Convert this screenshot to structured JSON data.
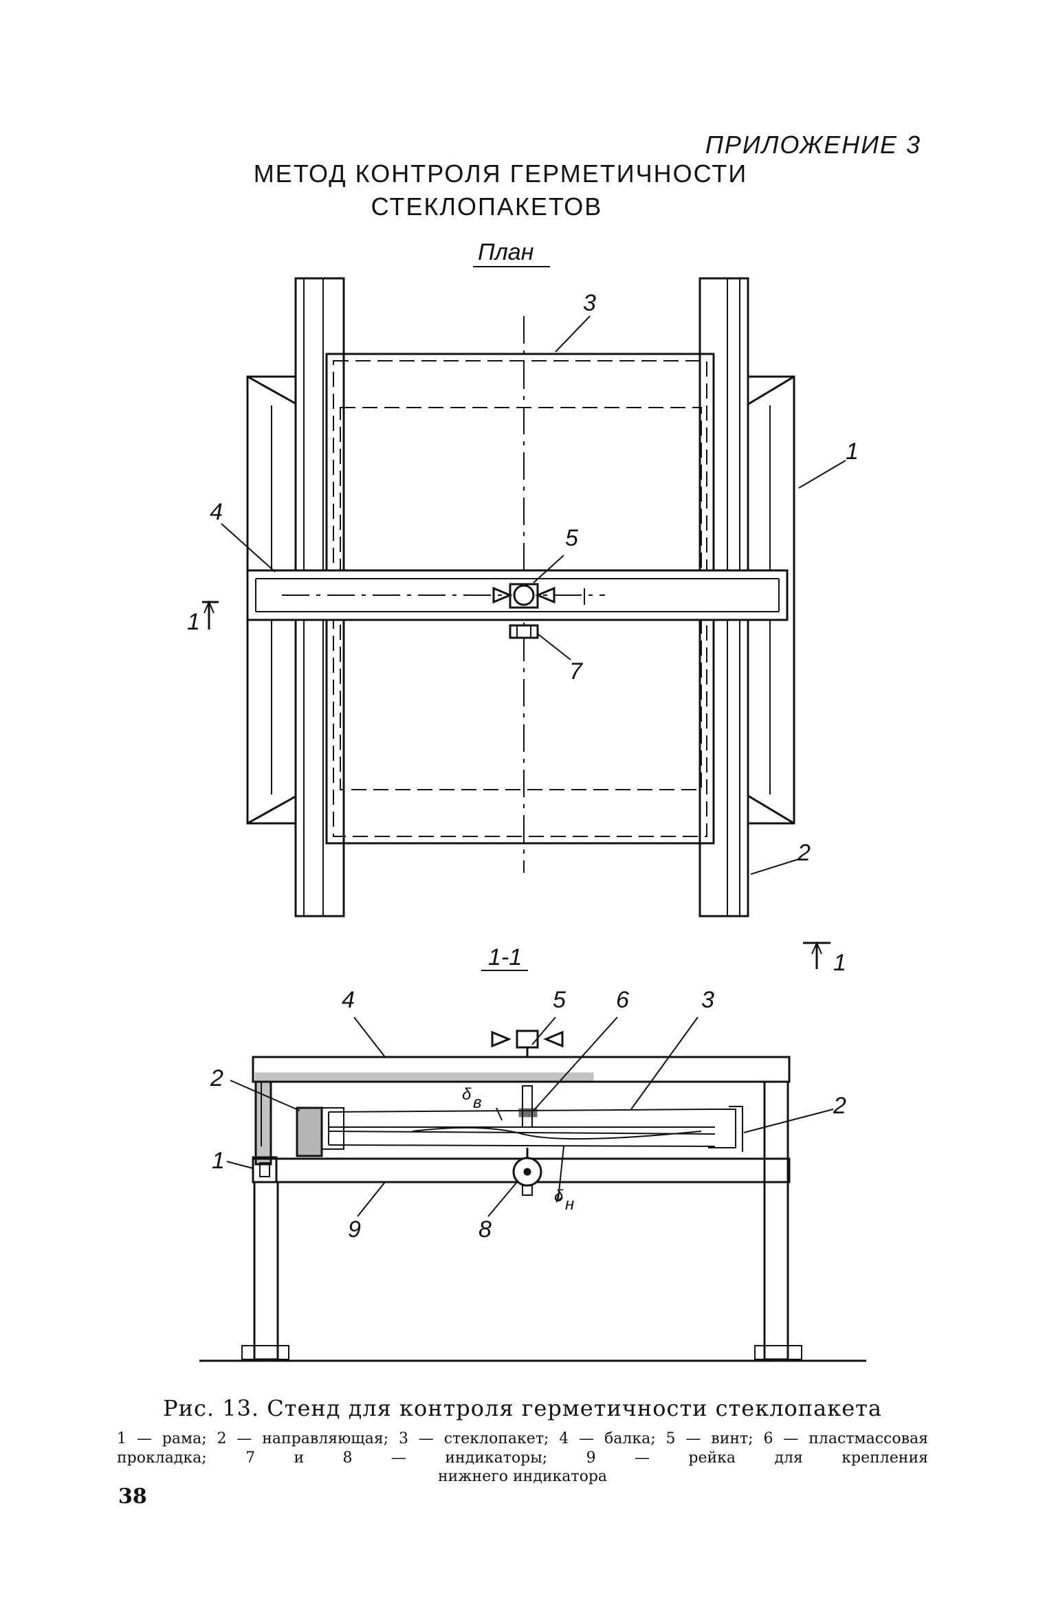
{
  "header": {
    "appendix": "ПРИЛОЖЕНИЕ 3",
    "title_line1": "МЕТОД КОНТРОЛЯ ГЕРМЕТИЧНОСТИ",
    "title_line2": "СТЕКЛОПАКЕТОВ"
  },
  "plan_view": {
    "label": "План",
    "callouts": {
      "c1": "1",
      "c2": "2",
      "c3": "3",
      "c4": "4",
      "c5": "5",
      "c7": "7"
    },
    "section_mark_left": "1",
    "section_mark_right": "1"
  },
  "section_view": {
    "label": "1-1",
    "callouts": {
      "c1": "1",
      "c2_left": "2",
      "c2_right": "2",
      "c3": "3",
      "c4": "4",
      "c5": "5",
      "c6": "6",
      "c8": "8",
      "c9": "9"
    },
    "dim_upper": "δ",
    "dim_upper_sub": "в",
    "dim_lower": "δ",
    "dim_lower_sub": "н"
  },
  "caption": "Рис. 13. Стенд для контроля герметичности стеклопакета",
  "legend": "1 — рама; 2 — направляющая; 3 — стеклопакет; 4 — балка; 5 — винт; 6 — пластмассовая прокладка; 7 и 8 — индикаторы; 9 — рейка для крепления",
  "legend_last": "нижнего индикатора",
  "page_number": "38"
}
